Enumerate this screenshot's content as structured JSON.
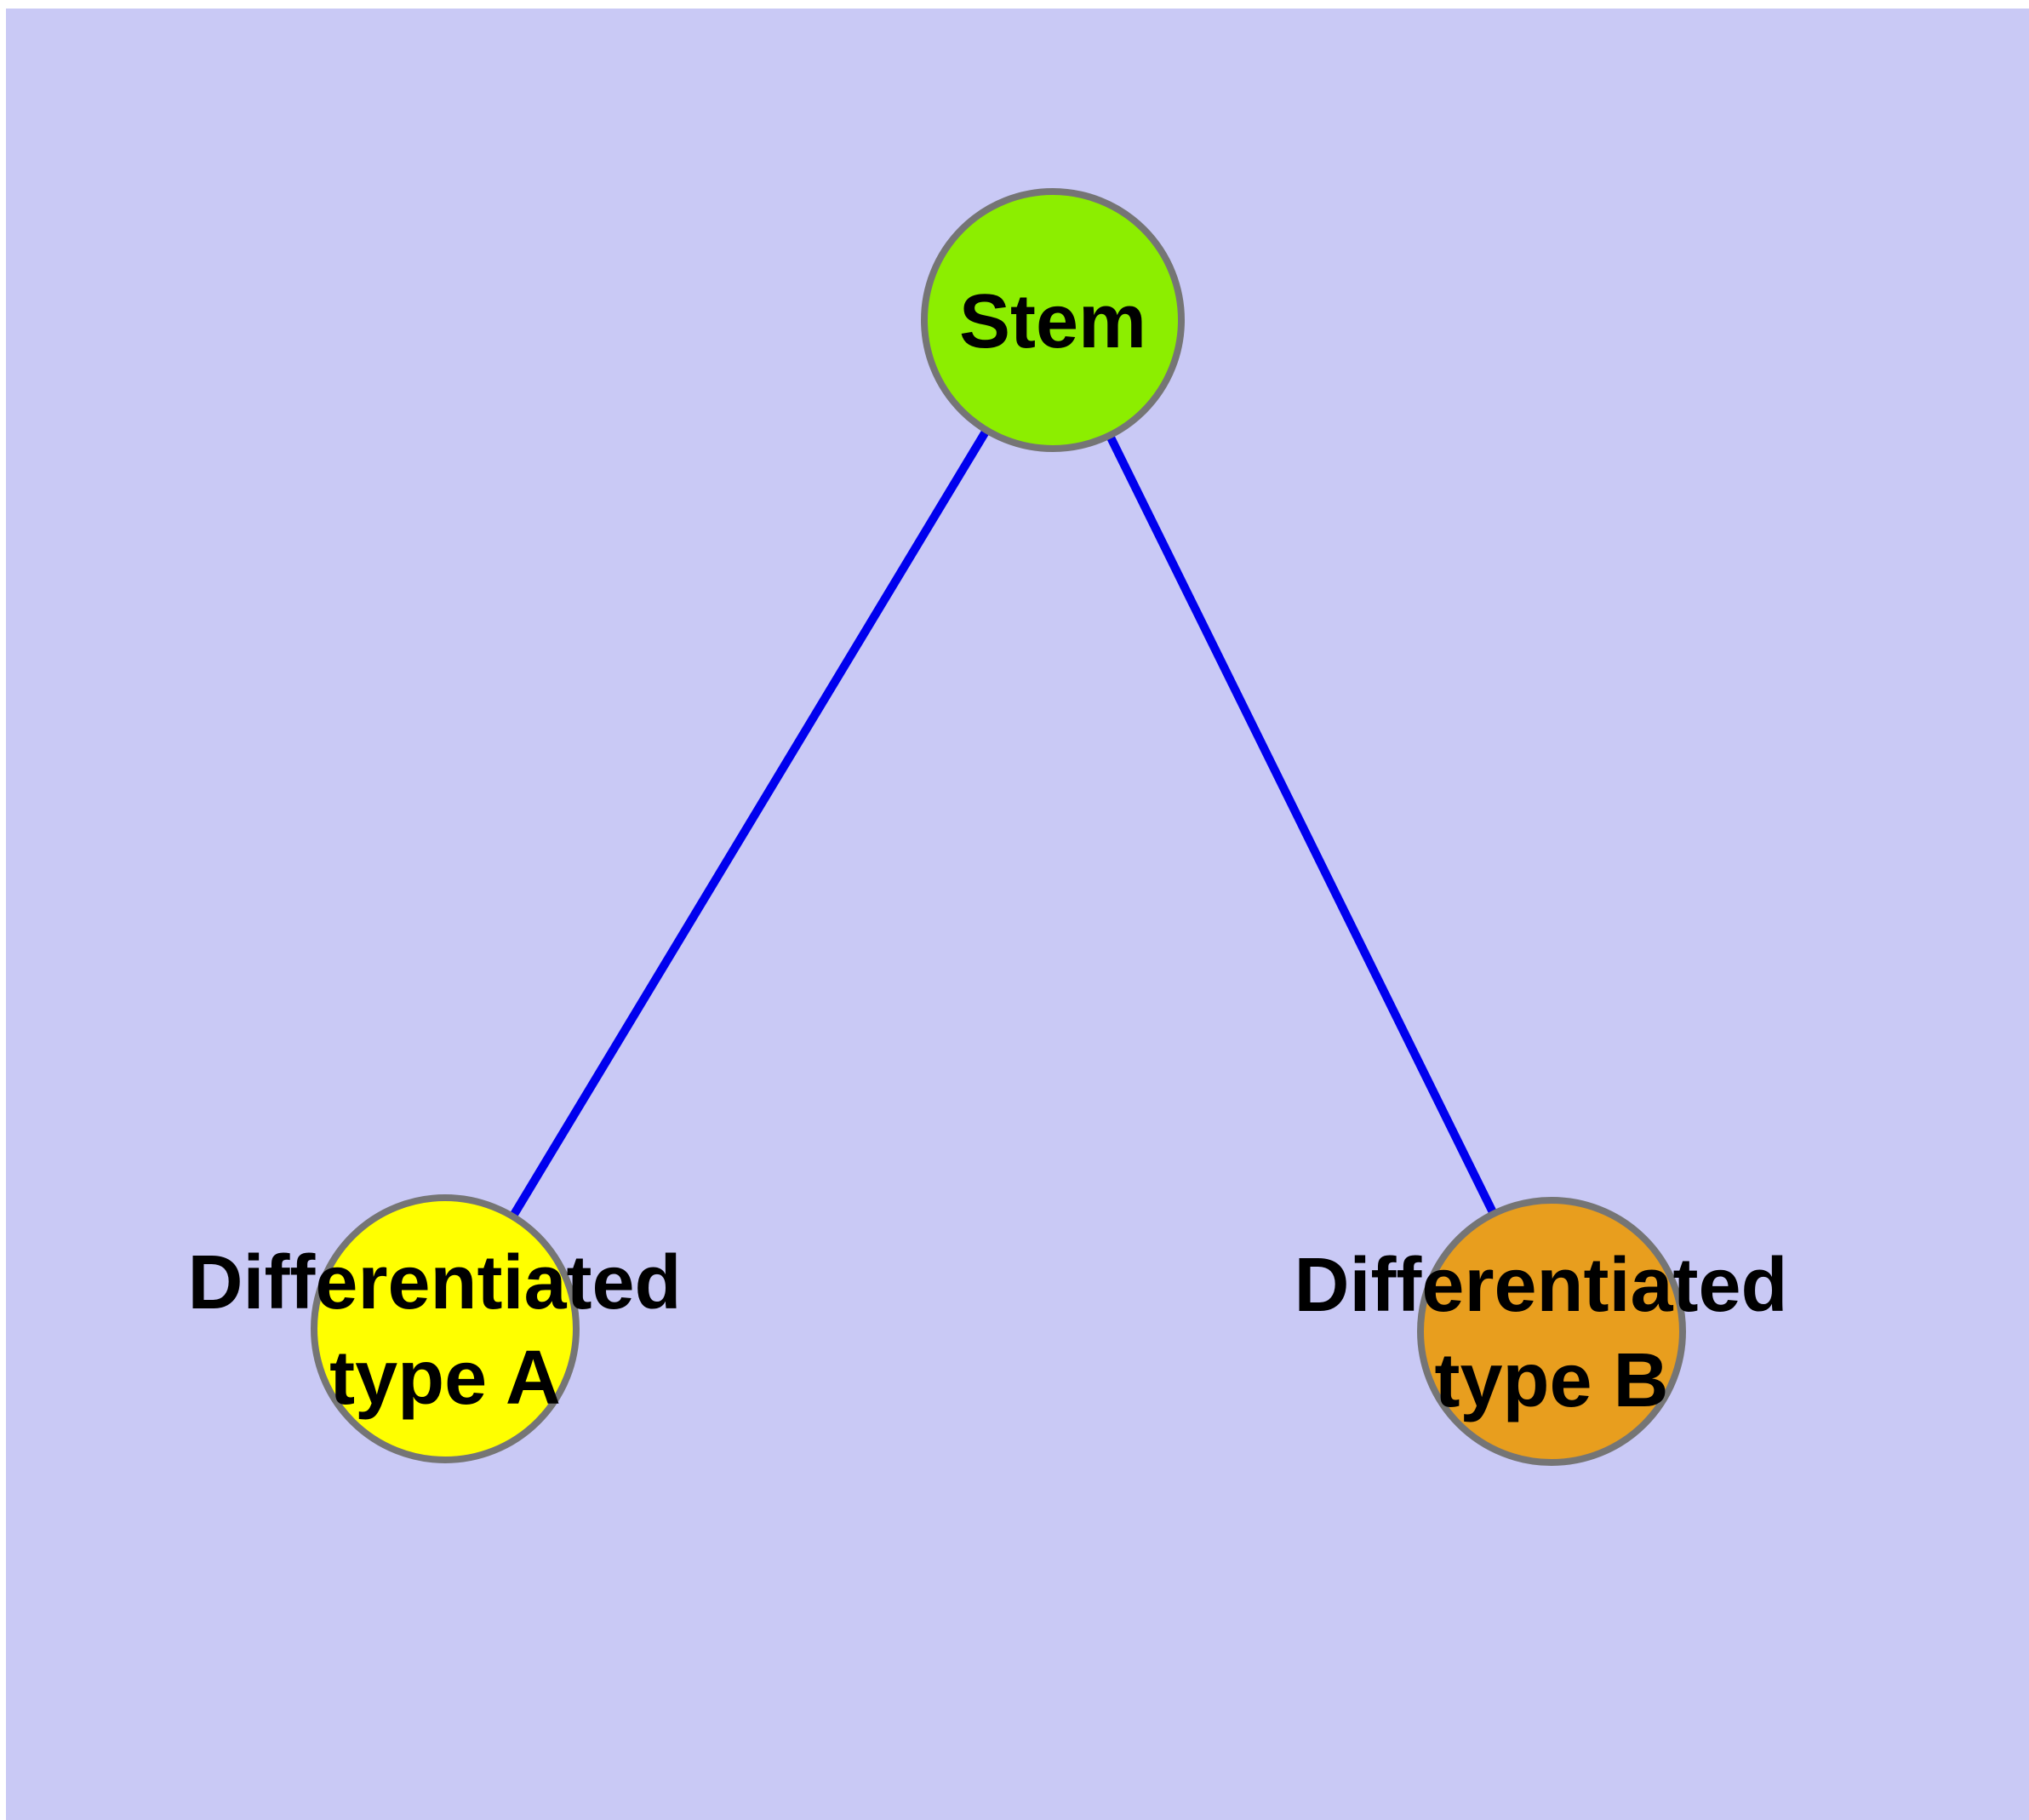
{
  "diagram": {
    "type": "graph",
    "background_color": "#C9C9F5",
    "margin_color": "#FFFFFF",
    "edge_color": "#0000EE",
    "edge_width": 10,
    "node_border_color": "#757575",
    "label_color": "#000000",
    "nodes": [
      {
        "id": "stem",
        "label": "Stem",
        "fill": "#8CEE00"
      },
      {
        "id": "differentiated-type-a",
        "label": "Differentiated type A",
        "line1": "Differentiated",
        "line2": "type A",
        "fill": "#FFFF00"
      },
      {
        "id": "differentiated-type-b",
        "label": "Differentiated type B",
        "line1": "Differentiated",
        "line2": "type B",
        "fill": "#E89E1E"
      }
    ],
    "edges": [
      {
        "from": "Stem",
        "to": "Differentiated type A"
      },
      {
        "from": "Stem",
        "to": "Differentiated type B"
      }
    ]
  }
}
